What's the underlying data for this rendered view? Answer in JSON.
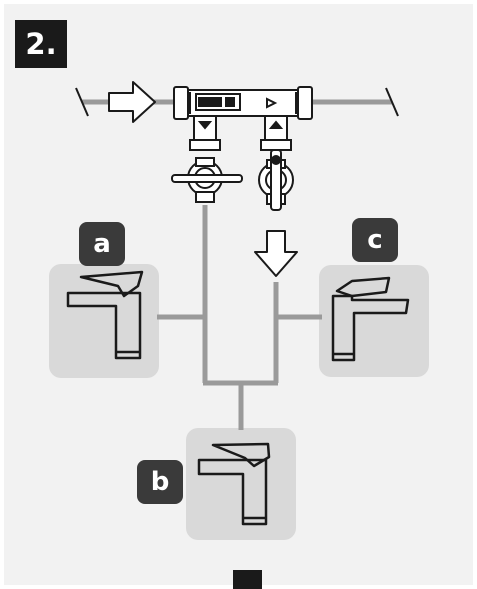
{
  "step": "2.",
  "labels": {
    "a": "a",
    "b": "b",
    "c": "c"
  }
}
